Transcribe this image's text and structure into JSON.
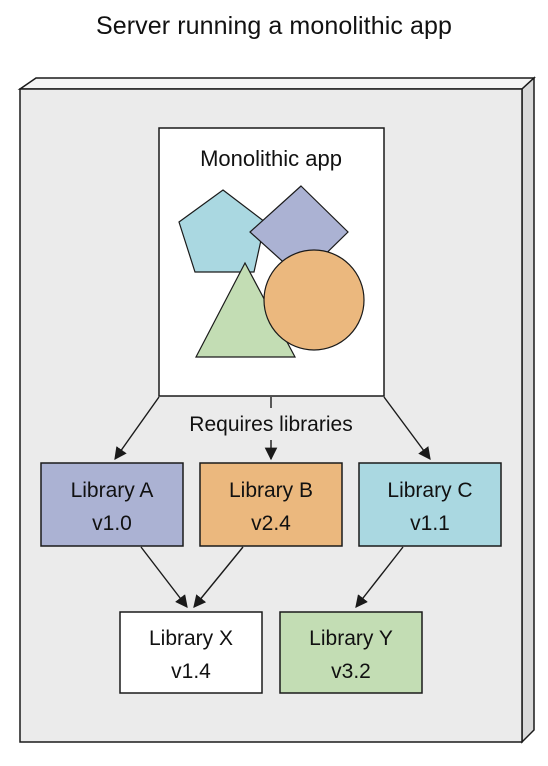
{
  "title": "Server running a monolithic app",
  "app": {
    "label": "Monolithic app"
  },
  "edge_label": "Requires libraries",
  "colors": {
    "server_fill": "#ebebeb",
    "server_top": "#f4f4f4",
    "server_side": "#d9d9d9",
    "stroke": "#1a1a1a",
    "pentagon": "#aad8e1",
    "diamond": "#abb2d3",
    "triangle": "#c3ddb4",
    "circle": "#ebb87e"
  },
  "libraries": {
    "a": {
      "name": "Library A",
      "version": "v1.0",
      "color": "#abb2d3"
    },
    "b": {
      "name": "Library B",
      "version": "v2.4",
      "color": "#ebb87e"
    },
    "c": {
      "name": "Library C",
      "version": "v1.1",
      "color": "#aad8e1"
    },
    "x": {
      "name": "Library X",
      "version": "v1.4",
      "color": "#ffffff"
    },
    "y": {
      "name": "Library Y",
      "version": "v3.2",
      "color": "#c3ddb4"
    }
  }
}
